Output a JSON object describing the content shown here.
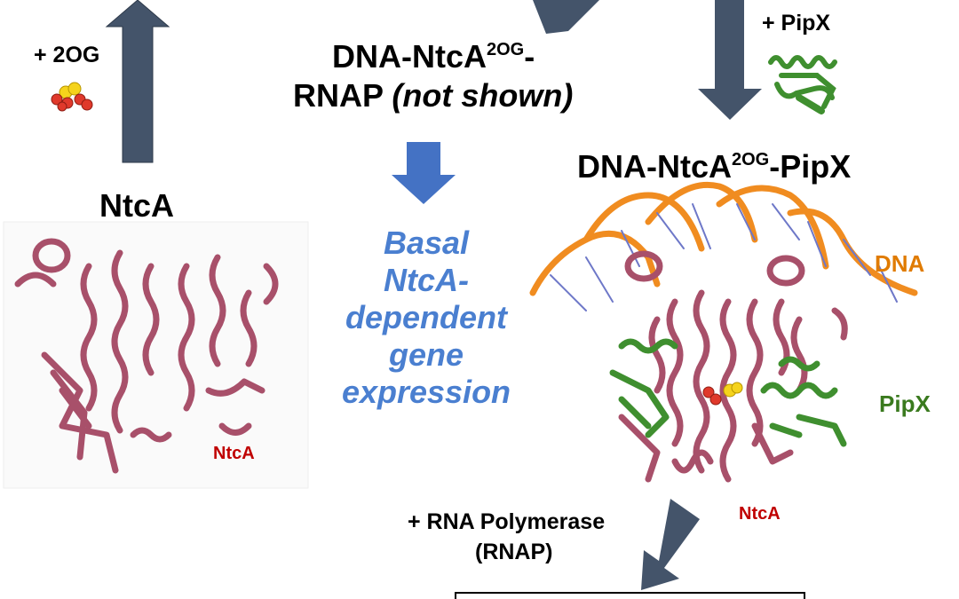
{
  "colors": {
    "arrow_dark": "#44546a",
    "arrow_blue": "#4472c4",
    "protein_ntca": "#a8506a",
    "protein_pipx": "#3f8f2f",
    "dna": "#f08c20",
    "ligand_yellow": "#f5d31c",
    "ligand_red": "#e0392b"
  },
  "icons": [
    "2og-molecule-icon",
    "pipx-structure-icon",
    "ntca-structure-icon",
    "complex-structure-icon"
  ],
  "labels": {
    "add_2og": "+ 2OG",
    "add_pipx": "+ PipX",
    "ntca_title": "NtcA",
    "complex_rnap_line1_main": "DNA-NtcA",
    "complex_rnap_line1_sup": "2OG",
    "complex_rnap_line1_end": "-",
    "complex_rnap_line2_main": "RNAP ",
    "complex_rnap_line2_note": "(not shown)",
    "complex_pipx_main": "DNA-NtcA",
    "complex_pipx_sup": "2OG",
    "complex_pipx_end": "-PipX",
    "basal_line1": "Basal",
    "basal_line2": "NtcA-",
    "basal_line3": "dependent",
    "basal_line4": "gene",
    "basal_line5": "expression",
    "ntca_struct_label": "NtcA",
    "dna_label": "DNA",
    "pipx_label": "PipX",
    "ntca_complex_label": "NtcA",
    "rnap_add_line1": "+ RNA Polymerase",
    "rnap_add_line2": "(RNAP)"
  }
}
